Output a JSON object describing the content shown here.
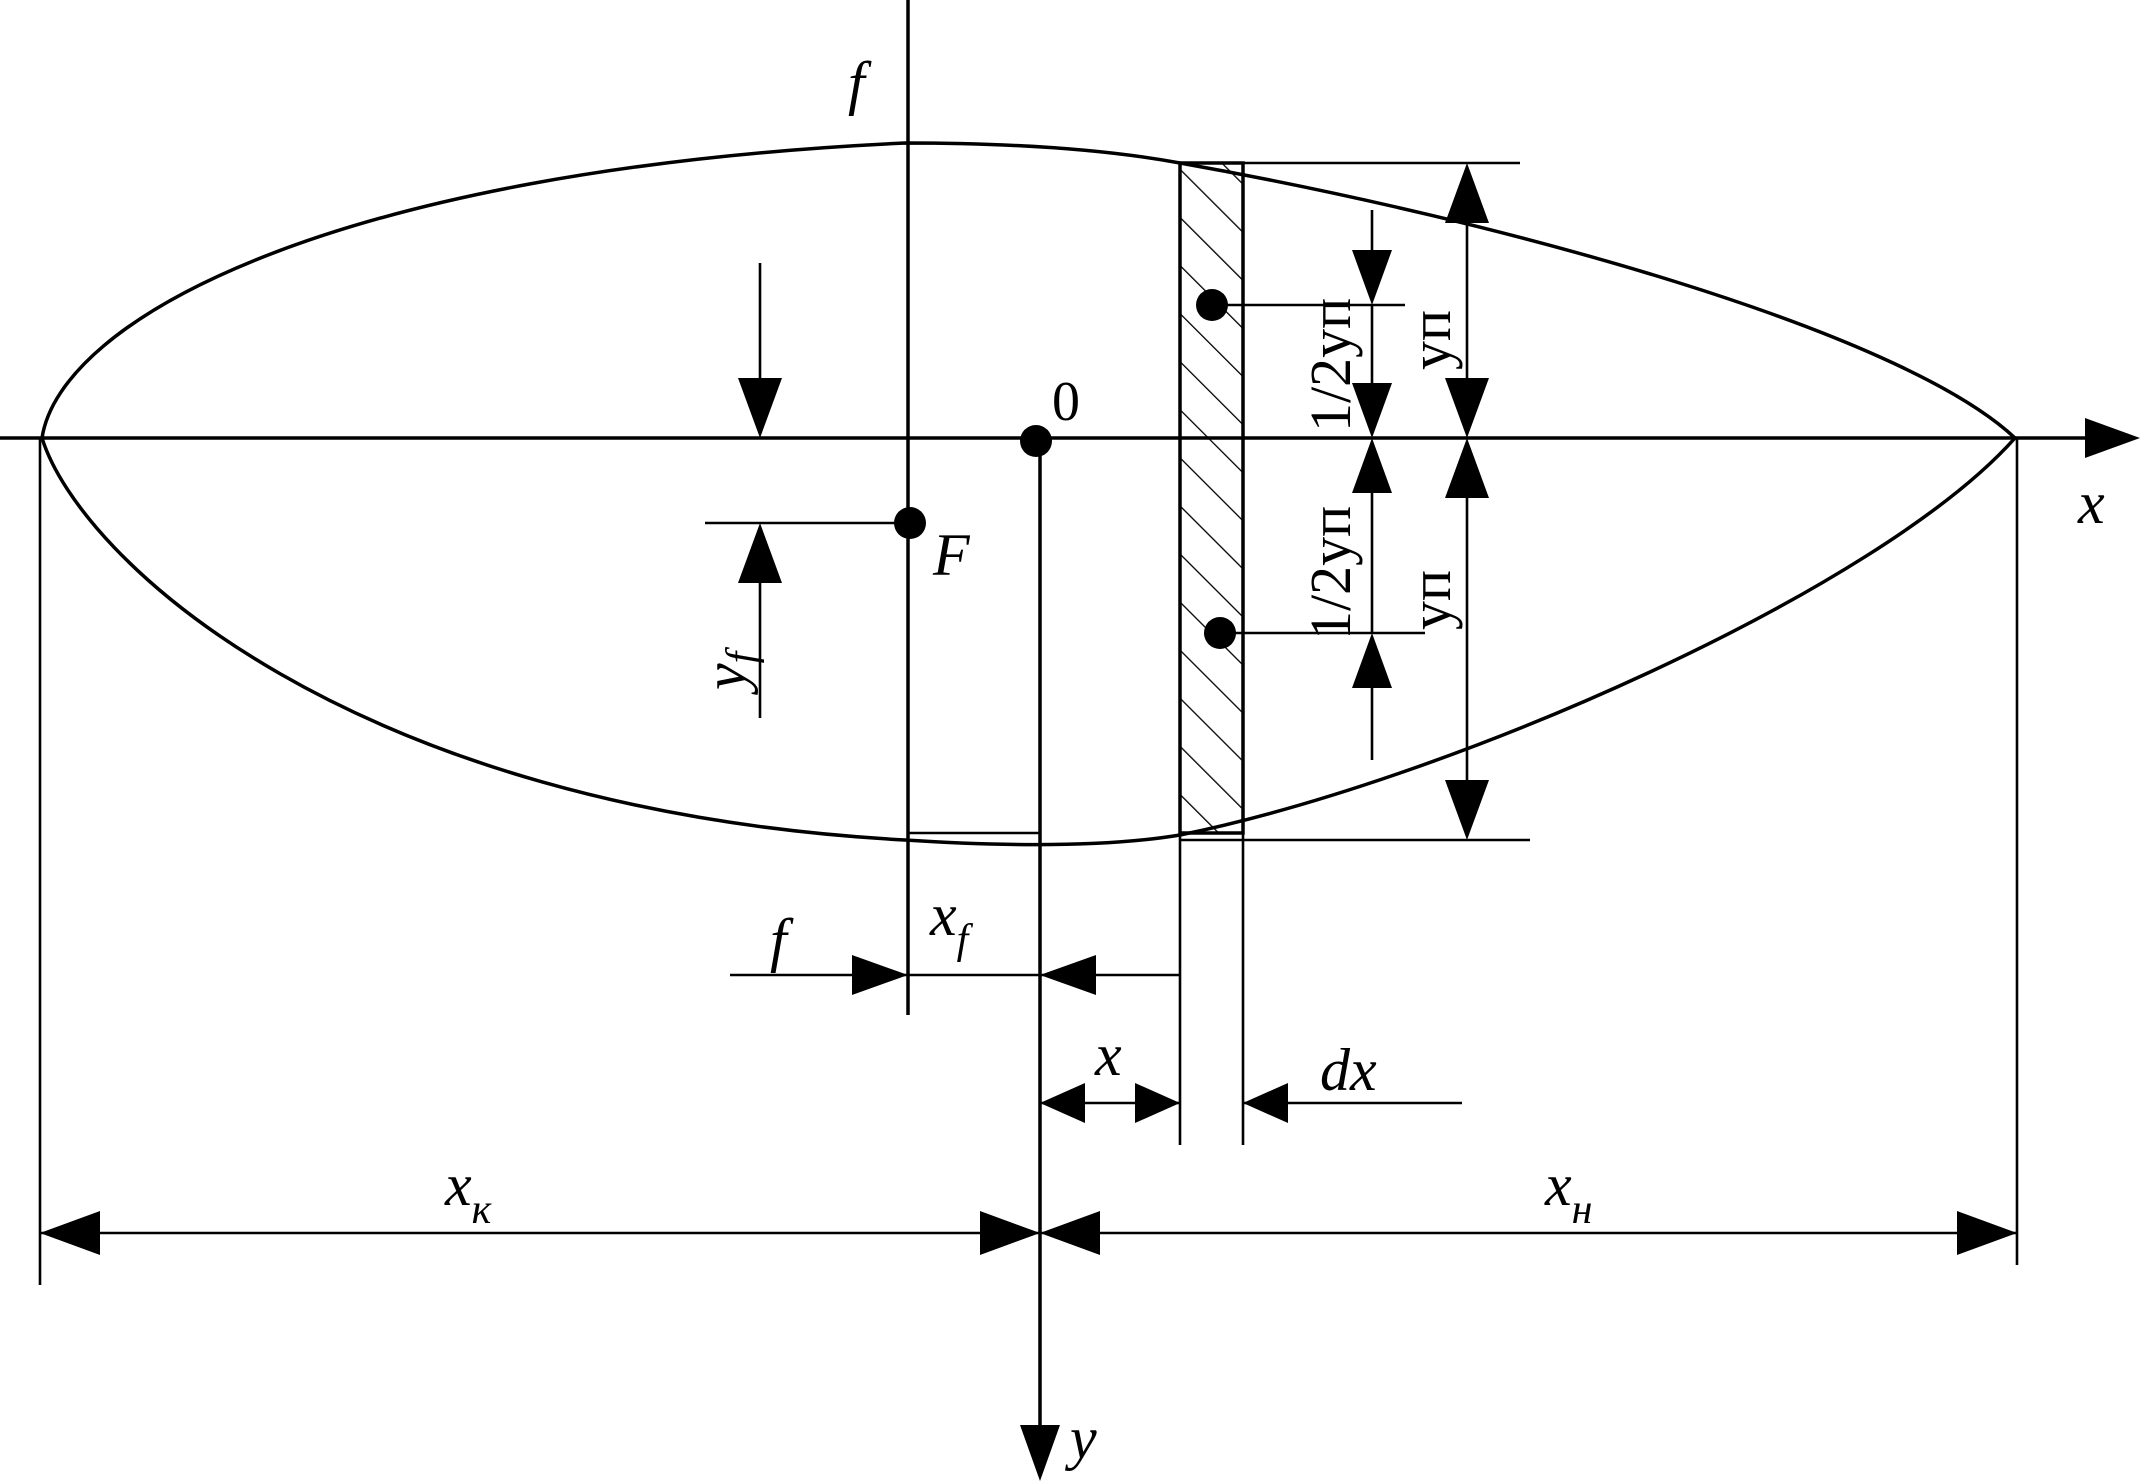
{
  "labels": {
    "axis_f": "f",
    "axis_x": "x",
    "axis_y": "y",
    "origin": "0",
    "point_F": "F",
    "y_f": {
      "main": "y",
      "sub": "f"
    },
    "x_f": {
      "main": "x",
      "sub": "f"
    },
    "f_dim": "f",
    "x_dim": "x",
    "dx": "dx",
    "x_k": {
      "main": "x",
      "sub": "к"
    },
    "x_n": {
      "main": "x",
      "sub": "н"
    },
    "y_p_top": "yп",
    "y_p_bottom": "yп",
    "half_y_p_top": "1/2yп",
    "half_y_p_bottom": "1/2yп"
  }
}
